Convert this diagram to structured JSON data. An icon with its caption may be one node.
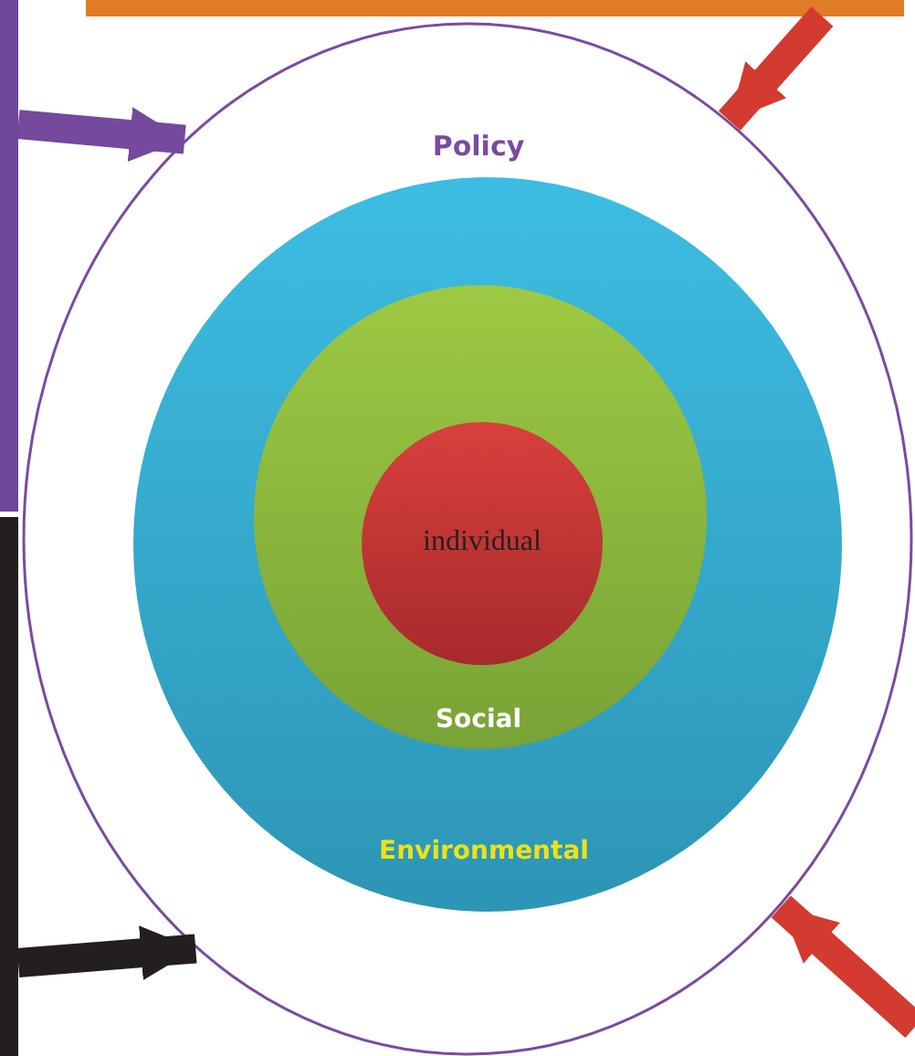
{
  "diagram": {
    "nodes": [
      {
        "text": [],
        "shape": "bar"
      },
      {
        "text": [],
        "shape": "bar"
      },
      {
        "text": [],
        "shape": "bar"
      },
      {
        "text": [
          "Policy"
        ]
      },
      {
        "text": [
          "Environmental"
        ],
        "in": 3
      },
      {
        "text": [
          "Social"
        ],
        "in": 4
      },
      {
        "text": [
          "individual"
        ],
        "in": 5
      }
    ],
    "edges": [
      {
        "from": 0,
        "to": 3,
        "arrow": "to",
        "color": "#d33a30"
      },
      {
        "from": 1,
        "to": 3,
        "arrow": "to",
        "color": "#74499e"
      },
      {
        "from": 2,
        "to": 3,
        "arrow": "to",
        "color": "#231f20"
      },
      {
        "from": null,
        "to": 3,
        "arrow": "to",
        "color": "#d33a30"
      }
    ]
  }
}
